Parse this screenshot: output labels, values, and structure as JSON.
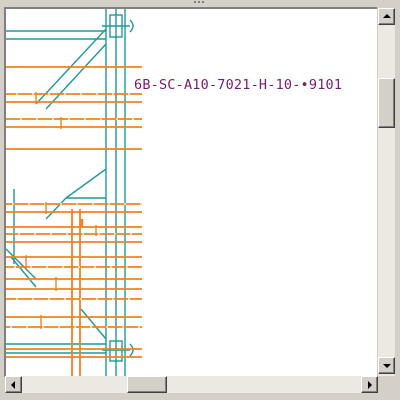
{
  "drawing": {
    "tag_label": "6B-SC-A10-7021-H-10-•9101",
    "colors": {
      "pipe": "#f0821e",
      "structure": "#1e9a96",
      "tag_text": "#7a1a6e",
      "background": "#ffffff"
    }
  },
  "scrollbars": {
    "vertical": {
      "up_icon": "arrow-up-icon",
      "down_icon": "arrow-down-icon",
      "thumb_position_fraction": 0.2
    },
    "horizontal": {
      "left_icon": "arrow-left-icon",
      "right_icon": "arrow-right-icon",
      "thumb_position_fraction": 0.37
    }
  }
}
